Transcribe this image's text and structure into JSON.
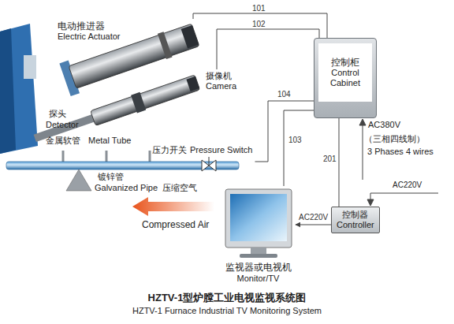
{
  "diagram": {
    "title": "HZTV-1型炉膛工业电视监视系统图",
    "caption": "HZTV-1 Furnace Industrial TV Monitoring System",
    "nodes": [
      {
        "text": [
          "电动推进器",
          "Electric Actuator"
        ]
      },
      {
        "text": [
          "摄像机",
          "Camera"
        ]
      },
      {
        "text": [
          "压力开关",
          "Pressure Switch"
        ]
      },
      {
        "text": [
          "控制柜",
          "Control Cabinet"
        ]
      },
      {
        "text": [
          "控制器",
          "Controller"
        ]
      },
      {
        "text": [
          "监视器或电视机",
          "Monitor/TV"
        ]
      }
    ],
    "edges": [
      {
        "from": 3,
        "to": 0,
        "label": "101",
        "arrow": "none"
      },
      {
        "from": 3,
        "to": 1,
        "label": "102",
        "arrow": "none"
      },
      {
        "from": 3,
        "to": 5,
        "label": "103",
        "arrow": "none"
      },
      {
        "from": 3,
        "to": 2,
        "label": "104",
        "arrow": "none"
      },
      {
        "from": 3,
        "to": 4,
        "label": "201",
        "arrow": "none"
      },
      {
        "from": 4,
        "to": 5,
        "label": "AC220V",
        "arrow": "to"
      }
    ],
    "labels": [
      "探头",
      "Detector",
      "金属软管",
      "Metal Tube",
      "镀锌管",
      "Galvanized Pipe",
      "压缩空气",
      "Compressed Air",
      "AC380V",
      "（三相四线制）",
      "3 Phases 4 wires",
      "AC220V"
    ]
  }
}
